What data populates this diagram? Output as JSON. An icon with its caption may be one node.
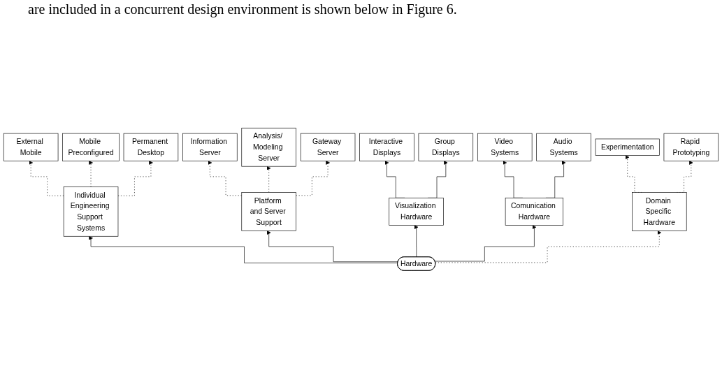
{
  "diagram": {
    "nodes": [
      {
        "text": [
          "Hardware"
        ]
      },
      {
        "text": [
          "Individual Engineering Support Systems"
        ]
      },
      {
        "text": [
          "Platform and Server Support"
        ]
      },
      {
        "text": [
          "Visualization Hardware"
        ]
      },
      {
        "text": [
          "Comunication Hardware"
        ]
      },
      {
        "text": [
          "Domain Specific Hardware"
        ]
      },
      {
        "text": [
          "External Mobile"
        ]
      },
      {
        "text": [
          "Mobile Preconfigured"
        ]
      },
      {
        "text": [
          "Permanent Desktop"
        ]
      },
      {
        "text": [
          "Information Server"
        ]
      },
      {
        "text": [
          "Analysis/ Modeling Server"
        ]
      },
      {
        "text": [
          "Gateway Server"
        ]
      },
      {
        "text": [
          "Interactive Displays"
        ]
      },
      {
        "text": [
          "Group Displays"
        ]
      },
      {
        "text": [
          "Video Systems"
        ]
      },
      {
        "text": [
          "Audio Systems"
        ]
      },
      {
        "text": [
          "Experimentation"
        ]
      },
      {
        "text": [
          "Rapid Prototyping"
        ]
      }
    ],
    "edges": [
      {
        "from": 0,
        "to": 1,
        "arrow": "to"
      },
      {
        "from": 0,
        "to": 2,
        "arrow": "to"
      },
      {
        "from": 0,
        "to": 3,
        "arrow": "to"
      },
      {
        "from": 0,
        "to": 4,
        "arrow": "to"
      },
      {
        "from": 0,
        "to": 5,
        "arrow": "to",
        "style": "dashed"
      },
      {
        "from": 1,
        "to": 6,
        "arrow": "to",
        "style": "dashed"
      },
      {
        "from": 1,
        "to": 7,
        "arrow": "to",
        "style": "dashed"
      },
      {
        "from": 1,
        "to": 8,
        "arrow": "to",
        "style": "dashed"
      },
      {
        "from": 2,
        "to": 9,
        "arrow": "to",
        "style": "dashed"
      },
      {
        "from": 2,
        "to": 10,
        "arrow": "to",
        "style": "dashed"
      },
      {
        "from": 2,
        "to": 11,
        "arrow": "to",
        "style": "dashed"
      },
      {
        "from": 3,
        "to": 12,
        "arrow": "to"
      },
      {
        "from": 3,
        "to": 13,
        "arrow": "to"
      },
      {
        "from": 4,
        "to": 14,
        "arrow": "to"
      },
      {
        "from": 4,
        "to": 15,
        "arrow": "to"
      },
      {
        "from": 5,
        "to": 16,
        "arrow": "to",
        "style": "dashed"
      },
      {
        "from": 5,
        "to": 17,
        "arrow": "to",
        "style": "dashed"
      }
    ],
    "labels": [
      "are included in a concurrent design environment is shown below in Figure 6."
    ]
  }
}
